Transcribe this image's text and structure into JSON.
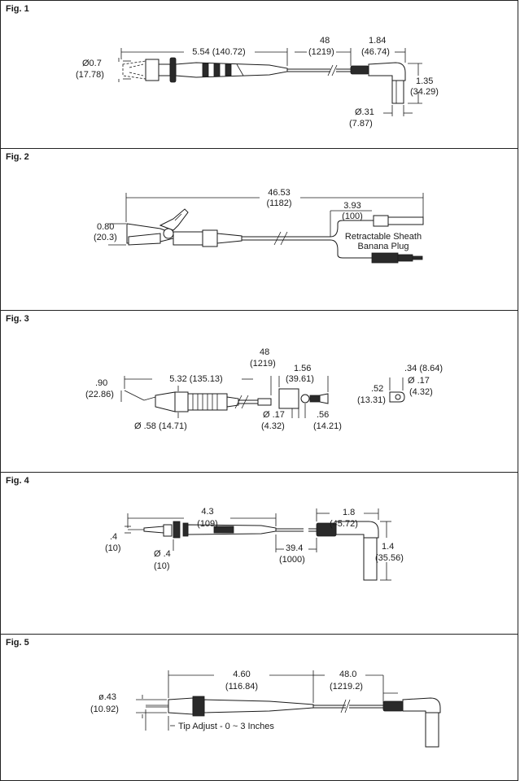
{
  "figures": [
    {
      "label": "Fig. 1",
      "dims": {
        "length": "5.54 (140.72)",
        "diameter_in": "Ø0.7",
        "diameter_mm": "(17.78)",
        "cable_in": "48",
        "cable_mm": "(1219)",
        "plug_len": "1.84",
        "plug_len_mm": "(46.74)",
        "plug_h": "1.35",
        "plug_h_mm": "(34.29)",
        "plug_d": "Ø.31",
        "plug_d_mm": "(7.87)"
      }
    },
    {
      "label": "Fig. 2",
      "dims": {
        "total_in": "46.53",
        "total_mm": "(1182)",
        "jaw_in": "0.80",
        "jaw_mm": "(20.3)",
        "split_in": "3.93",
        "split_mm": "(100)",
        "callout1": "Retractable Sheath",
        "callout2": "Banana Plug"
      }
    },
    {
      "label": "Fig. 3",
      "dims": {
        "cable_in": "48",
        "cable_mm": "(1219)",
        "length": "5.32 (135.13)",
        "plug_len": "1.56",
        "plug_len_mm": "(39.61)",
        "hook_in": ".90",
        "hook_mm": "(22.86)",
        "dia": "Ø .58 (14.71)",
        "pin_d": "Ø .17",
        "pin_d_mm": "(4.32)",
        "pin_off": ".56",
        "pin_off_mm": "(14.21)",
        "end_w": ".34 (8.64)",
        "end_d": "Ø .17",
        "end_d_mm": "(4.32)",
        "end_h": ".52",
        "end_h_mm": "(13.31)"
      }
    },
    {
      "label": "Fig. 4",
      "dims": {
        "length_in": "4.3",
        "length_mm": "(109)",
        "tip_in": ".4",
        "tip_mm": "(10)",
        "dia_in": "Ø .4",
        "dia_mm": "(10)",
        "cable_in": "39.4",
        "cable_mm": "(1000)",
        "plug_len": "1.8",
        "plug_len_mm": "(45.72)",
        "plug_h": "1.4",
        "plug_h_mm": "(35.56)"
      }
    },
    {
      "label": "Fig. 5",
      "dims": {
        "length_in": "4.60",
        "length_mm": "(116.84)",
        "cable_in": "48.0",
        "cable_mm": "(1219.2)",
        "dia_in": "ø.43",
        "dia_mm": "(10.92)",
        "tip_adjust": "Tip Adjust - 0 ~ 3 Inches"
      }
    }
  ]
}
